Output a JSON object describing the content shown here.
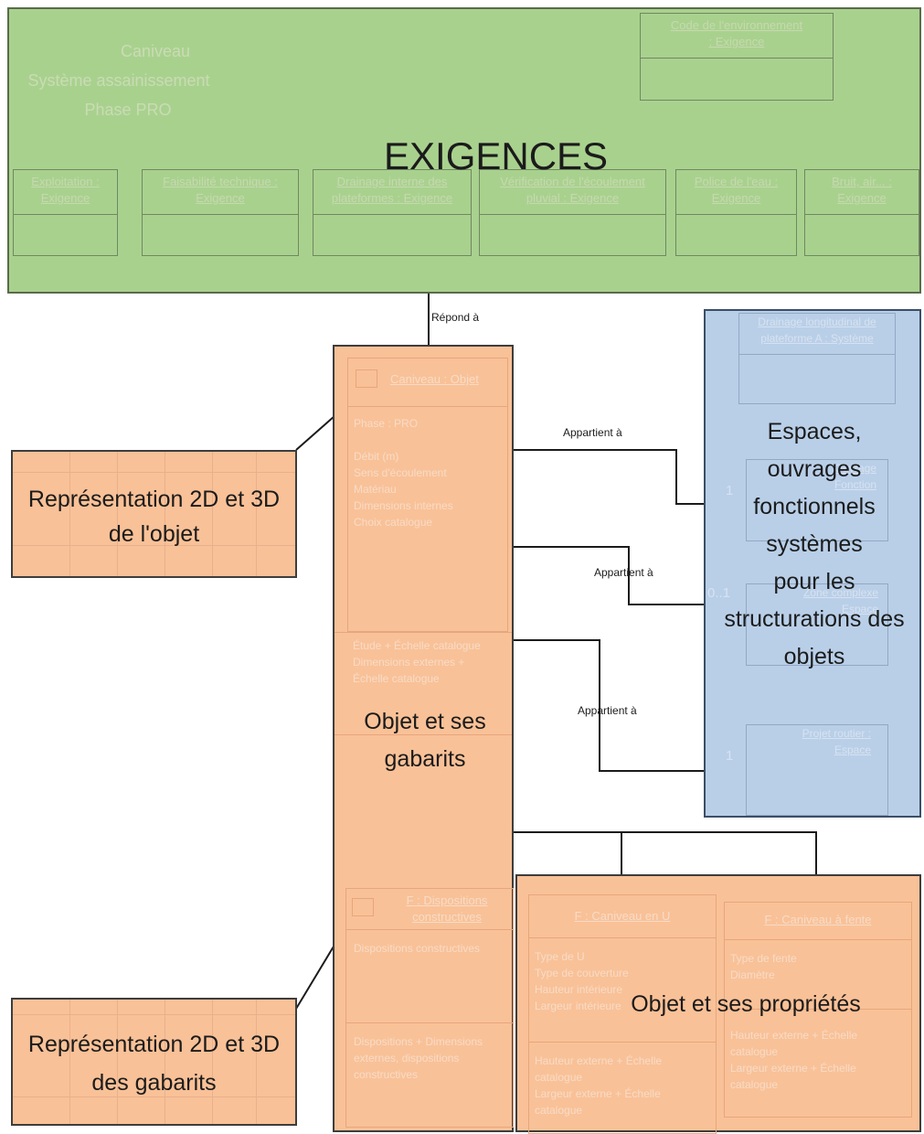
{
  "requirements": {
    "faint_lines": [
      "Caniveau",
      "Système assainissement",
      "Phase PRO"
    ],
    "title": "EXIGENCES",
    "top_box": [
      "Code de l'environnement",
      ": Exigence"
    ],
    "boxes": [
      {
        "line1": "Exploitation :",
        "line2": "Exigence"
      },
      {
        "line1": "Faisabilité technique :",
        "line2": "Exigence"
      },
      {
        "line1": "Drainage interne des",
        "line2": "plateformes : Exigence"
      },
      {
        "line1": "Vérification de l'écoulement",
        "line2": "pluvial : Exigence"
      },
      {
        "line1": "Police de l'eau :",
        "line2": "Exigence"
      },
      {
        "line1": "Bruit, air... :",
        "line2": "Exigence"
      }
    ]
  },
  "connector_labels": {
    "responds": "Répond à",
    "belongs_1": "Appartient à",
    "belongs_2": "Appartient à",
    "belongs_3": "Appartient à"
  },
  "object_column": {
    "header": "Caniveau : Objet",
    "attributes": [
      "Phase : PRO",
      "",
      "Débit (m)",
      "Sens d'écoulement",
      "Matériau",
      "Dimensions internes",
      "Choix catalogue"
    ],
    "operations": [
      "Étude + Échelle catalogue",
      "Dimensions externes +",
      "Échelle catalogue"
    ],
    "label": [
      "Objet et ses",
      "gabarits"
    ],
    "sub_header": [
      "F : Dispositions",
      "constructives"
    ],
    "sub_attributes": [
      "Dispositions constructives"
    ],
    "sub_operations": [
      "Dispositions + Dimensions",
      "externes, dispositions",
      "constructives"
    ]
  },
  "blue_panel": {
    "label": [
      "Espaces,",
      "ouvrages",
      "fonctionnels",
      "systèmes",
      "pour les",
      "structurations des",
      "objets"
    ],
    "boxes": [
      [
        "Drainage longitudinal de",
        "plateforme A : Système"
      ],
      [
        "Ouvrage",
        "Fonction"
      ],
      [
        "Zone complexe",
        "Espace"
      ],
      [
        "Projet routier :",
        "Espace"
      ]
    ],
    "multiplicities": [
      "1",
      "0..1",
      "1"
    ]
  },
  "rep_object": {
    "text": [
      "Représentation 2D et 3D",
      "de l'objet"
    ]
  },
  "rep_templates": {
    "text": [
      "Représentation 2D et 3D",
      "des gabarits"
    ]
  },
  "properties": {
    "label": "Objet et ses propriétés",
    "left_box": {
      "header": "F : Caniveau en U",
      "attrs": [
        "Type de U",
        "Type de couverture",
        "Hauteur intérieure",
        "Largeur intérieure"
      ],
      "ops": [
        "Hauteur externe + Échelle",
        "catalogue",
        "Largeur externe + Échelle",
        "catalogue"
      ]
    },
    "right_box": {
      "header": "F : Caniveau à fente",
      "attrs": [
        "Type de fente",
        "Diamètre"
      ],
      "ops": [
        "Hauteur externe + Échelle",
        "catalogue",
        "Largeur externe + Échelle",
        "catalogue"
      ]
    }
  },
  "colors": {
    "requirements_fill": "#a9d18e",
    "object_fill": "#f9c197",
    "blue_fill": "#b9cfe8",
    "border": "#3d3d3d"
  }
}
